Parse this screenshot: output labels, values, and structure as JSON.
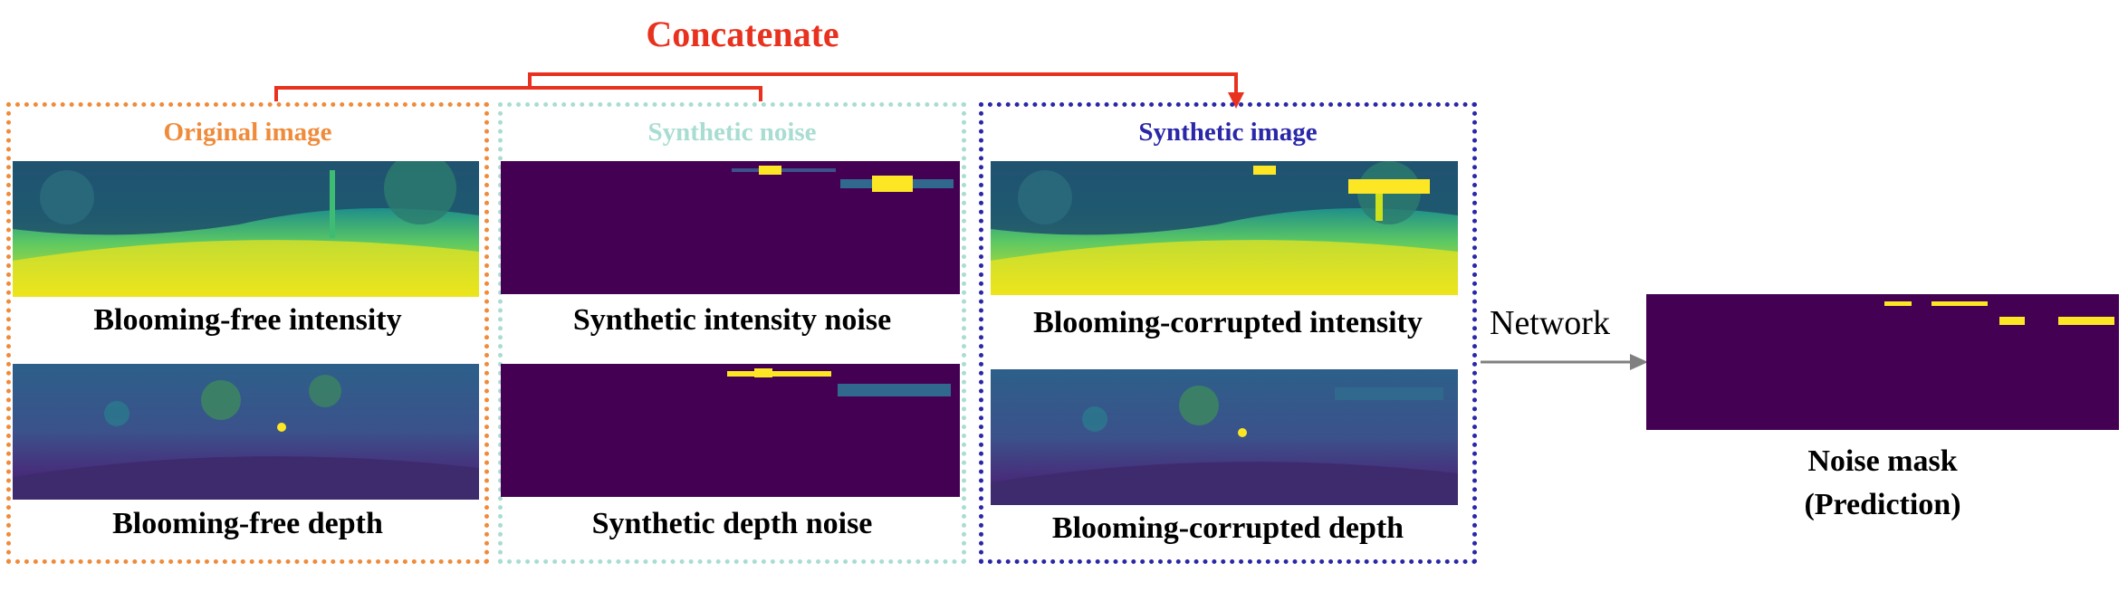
{
  "diagram": {
    "title": "Concatenate",
    "panels": {
      "original": {
        "title": "Original image",
        "intensity_caption": "Blooming-free intensity",
        "depth_caption": "Blooming-free depth"
      },
      "noise": {
        "title": "Synthetic noise",
        "intensity_caption": "Synthetic intensity noise",
        "depth_caption": "Synthetic depth noise"
      },
      "synthetic": {
        "title": "Synthetic image",
        "intensity_caption": "Blooming-corrupted intensity",
        "depth_caption": "Blooming-corrupted depth"
      }
    },
    "network_label": "Network",
    "output": {
      "caption_line1": "Noise mask",
      "caption_line2": "(Prediction)"
    }
  },
  "colors": {
    "concat_red": "#e8321f",
    "original_orange": "#ef8b3a",
    "noise_teal": "#a9ddd2",
    "synthetic_blue": "#2a27a8",
    "viridis_dark": "#440154",
    "viridis_yellow": "#fde725",
    "arrow_gray": "#808080"
  }
}
